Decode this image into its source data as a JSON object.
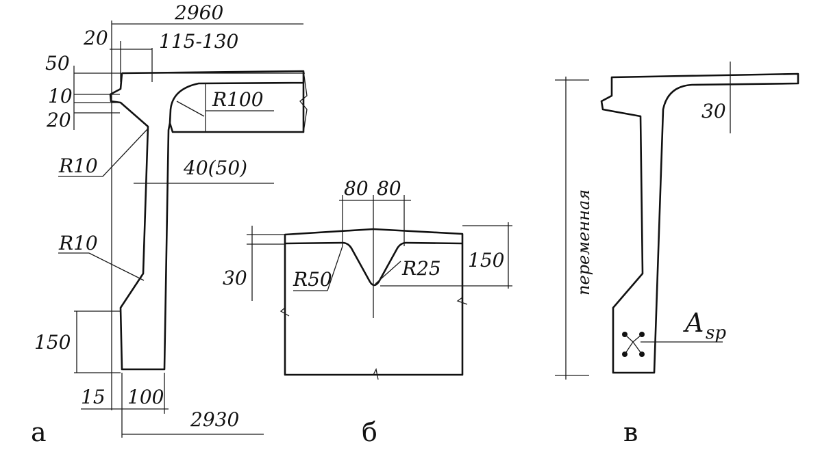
{
  "panel_a": {
    "caption": "а",
    "dims": {
      "d2960": "2960",
      "d20top": "20",
      "d115_130": "115-130",
      "d50": "50",
      "d10": "10",
      "d20left": "20",
      "dR100": "R100",
      "dR10a": "R10",
      "d40_50": "40(50)",
      "dR10b": "R10",
      "d150": "150",
      "d15": "15",
      "d100": "100",
      "d2930": "2930"
    }
  },
  "panel_b": {
    "caption": "б",
    "dims": {
      "d80a": "80",
      "d80b": "80",
      "d30": "30",
      "d150": "150",
      "dR50": "R50",
      "dR25": "R25"
    }
  },
  "panel_c": {
    "caption": "в",
    "dims": {
      "d30": "30",
      "variable": "переменная",
      "asp_main": "A",
      "asp_sub": "sp"
    }
  }
}
